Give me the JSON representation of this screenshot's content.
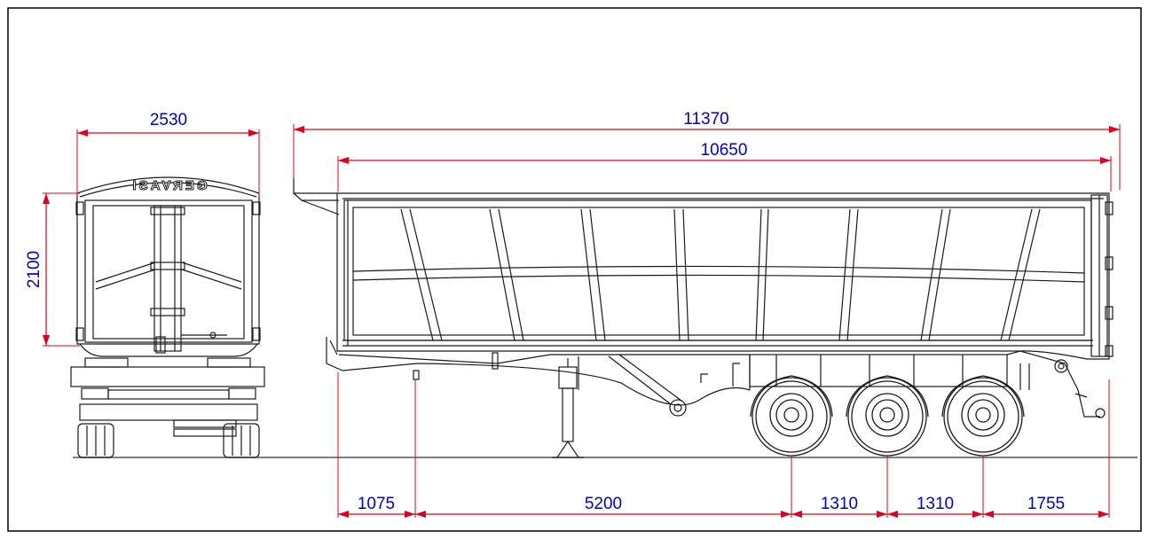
{
  "colors": {
    "dimension": "#0000c8",
    "dimension_line": "#e0001b",
    "drawing": "#1a1a1a",
    "ground": "#555555",
    "border": "#000000"
  },
  "brand_text": "GERVASI",
  "dimensions": {
    "rear_width": "2530",
    "rear_height": "2100",
    "overall_length": "11370",
    "body_length": "10650",
    "seg_front_overhang": "1075",
    "seg_kingpin_to_axle": "5200",
    "seg_axle_spacing_1": "1310",
    "seg_axle_spacing_2": "1310",
    "seg_rear_overhang": "1755"
  }
}
